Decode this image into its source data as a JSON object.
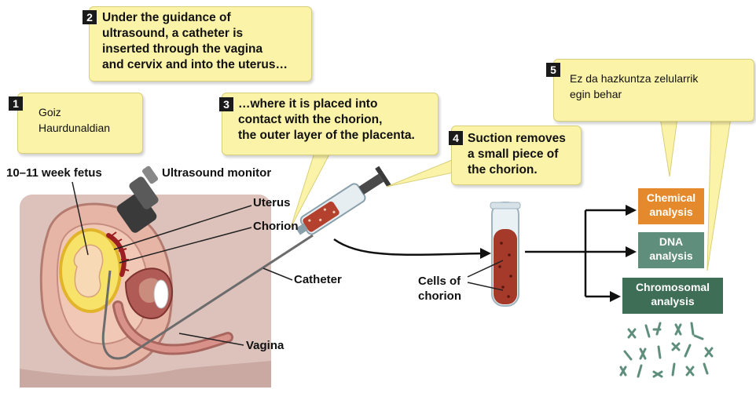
{
  "callouts": [
    {
      "step": "2",
      "lines": [
        "Under the guidance of",
        "ultrasound, a catheter is",
        "inserted through the vagina",
        "and cervix and into the uterus…"
      ]
    },
    {
      "step": "1",
      "lines": [
        "Goiz",
        "Haurdunaldian"
      ]
    },
    {
      "step": "3",
      "lines": [
        "…where it is placed into",
        "contact with the chorion,",
        "the outer layer of the placenta."
      ]
    },
    {
      "step": "4",
      "lines": [
        "Suction removes",
        "a small piece of",
        "the chorion."
      ]
    },
    {
      "step": "5",
      "lines": [
        "Ez da hazkuntza zelularrik",
        "egin behar"
      ]
    }
  ],
  "labels": {
    "fetus": "10–11 week fetus",
    "ultrasound": "Ultrasound monitor",
    "uterus": "Uterus",
    "chorion": "Chorion",
    "catheter": "Catheter",
    "vagina": "Vagina",
    "cells_line1": "Cells of",
    "cells_line2": "chorion"
  },
  "analyses": [
    {
      "lines": [
        "Chemical",
        "analysis"
      ],
      "color": "#e58a2c"
    },
    {
      "lines": [
        "DNA",
        "analysis"
      ],
      "color": "#5f8f7c"
    },
    {
      "lines": [
        "Chromosomal",
        "analysis"
      ],
      "color": "#3f6e57"
    }
  ],
  "colors": {
    "callout_fill": "#fbf3a8",
    "body_tissue": "#dcc2bb",
    "fetus_yellow": "#f4d43c",
    "chorion_red": "#9c1f22",
    "cell_sample": "#a53a2a"
  }
}
